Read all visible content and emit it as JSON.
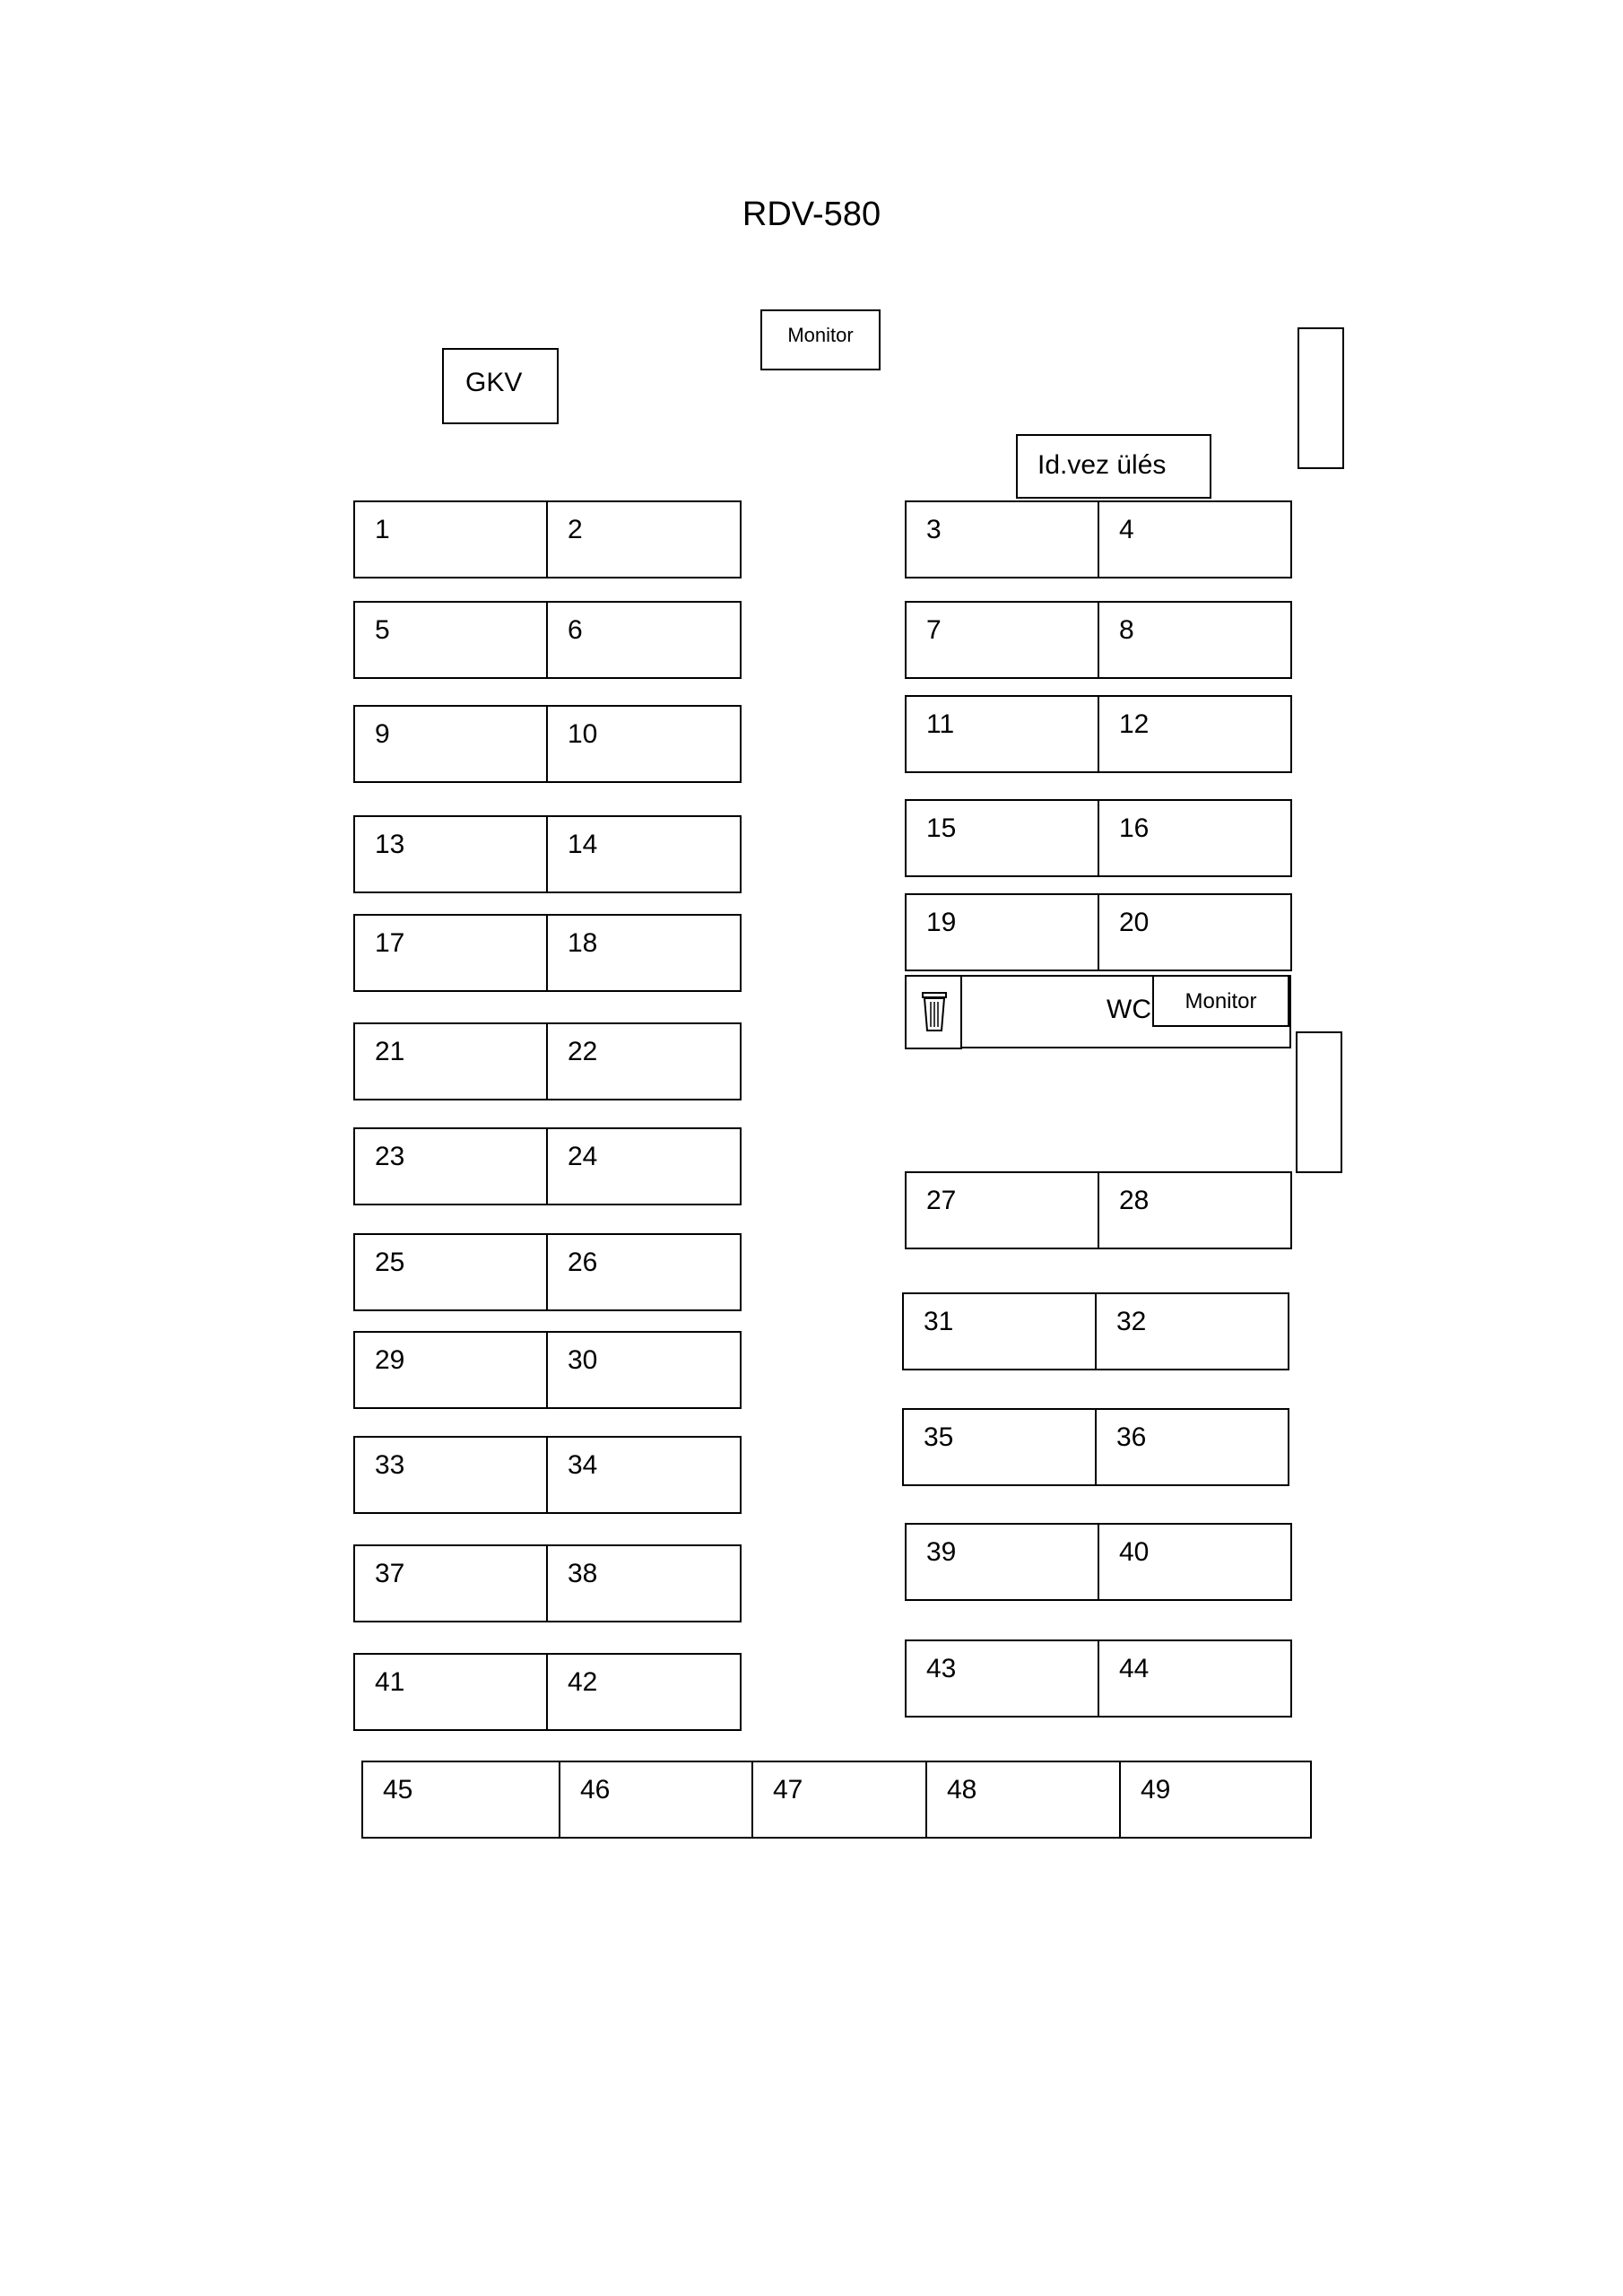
{
  "title": "RDV-580",
  "fixtures": {
    "gkv": "GKV",
    "monitor_front": "Monitor",
    "guide_seat": "Id.vez ülés",
    "wc": "WC",
    "monitor_mid": "Monitor",
    "trash_icon": "trash-can"
  },
  "seats": {
    "left": [
      [
        "1",
        "2"
      ],
      [
        "5",
        "6"
      ],
      [
        "9",
        "10"
      ],
      [
        "13",
        "14"
      ],
      [
        "17",
        "18"
      ],
      [
        "21",
        "22"
      ],
      [
        "23",
        "24"
      ],
      [
        "25",
        "26"
      ],
      [
        "29",
        "30"
      ],
      [
        "33",
        "34"
      ],
      [
        "37",
        "38"
      ],
      [
        "41",
        "42"
      ]
    ],
    "right": [
      [
        "3",
        "4"
      ],
      [
        "7",
        "8"
      ],
      [
        "11",
        "12"
      ],
      [
        "15",
        "16"
      ],
      [
        "19",
        "20"
      ],
      [
        "27",
        "28"
      ],
      [
        "31",
        "32"
      ],
      [
        "35",
        "36"
      ],
      [
        "39",
        "40"
      ],
      [
        "43",
        "44"
      ]
    ],
    "back": [
      "45",
      "46",
      "47",
      "48",
      "49"
    ]
  }
}
